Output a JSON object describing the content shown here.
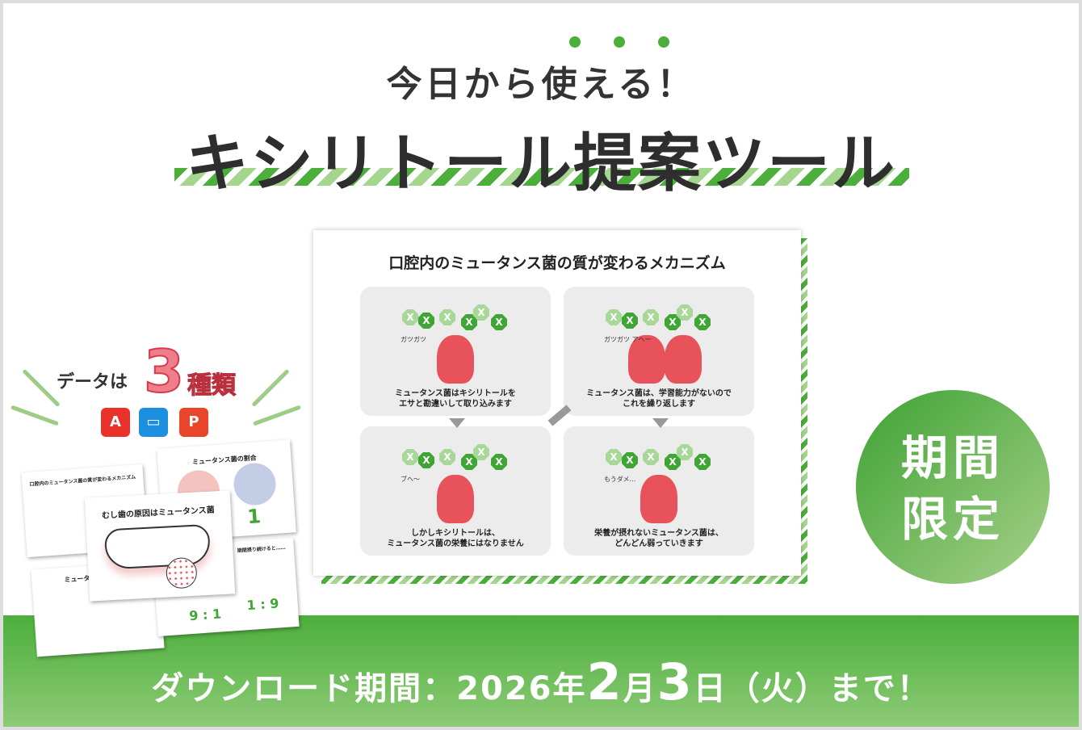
{
  "header": {
    "subtitle": "今日から使える！",
    "title": "キシリトール提案ツール"
  },
  "slide": {
    "title": "口腔内のミュータンス菌の質が変わるメカニズム",
    "panels": [
      {
        "caption_1": "ミュータンス菌はキシリトールを",
        "caption_2": "エサと勘違いして取り込みます",
        "sfx": "ガツガツ"
      },
      {
        "caption_1": "ミュータンス菌は、学習能力がないので",
        "caption_2": "これを繰り返します",
        "sfx": "ガツガツ アヘー"
      },
      {
        "caption_1": "しかしキシリトールは、",
        "caption_2": "ミュータンス菌の栄養にはなりません",
        "sfx": "ブヘ〜"
      },
      {
        "caption_1": "栄養が摂れないミュータンス菌は、",
        "caption_2": "どんどん弱っていきます",
        "sfx": "もうダメ…"
      }
    ],
    "xylitol_mark": "X"
  },
  "data_types": {
    "label": "データは",
    "count": "3",
    "unit": "種類",
    "icons": [
      {
        "name": "pdf-icon",
        "glyph": "A",
        "color": "#e8322a"
      },
      {
        "name": "keynote-icon",
        "glyph": "▭",
        "color": "#1d8fe0"
      },
      {
        "name": "powerpoint-icon",
        "glyph": "P",
        "color": "#e8452a"
      }
    ]
  },
  "mini_slides": {
    "mechanism": "口腔内のミュータンス菌の質が変わるメカニズム",
    "ratio": "ミュータンス菌の割合",
    "ratio_value": "1",
    "cause": "むし歯の原因はミュータンス菌",
    "mutans": "ミュータ",
    "continue": "期間摂り続けると……",
    "ratio_before": "9 : 1",
    "ratio_after": "1 : 9"
  },
  "badge": {
    "line1": "期間",
    "line2": "限定"
  },
  "footer": {
    "prefix": "ダウンロード期間：2026年",
    "month": "2",
    "month_unit": "月",
    "day": "3",
    "suffix": "日（火）まで！"
  },
  "colors": {
    "accent": "#4caf3c",
    "accent_light": "#a5d68e",
    "cat": "#e8525a",
    "text": "#333333"
  }
}
